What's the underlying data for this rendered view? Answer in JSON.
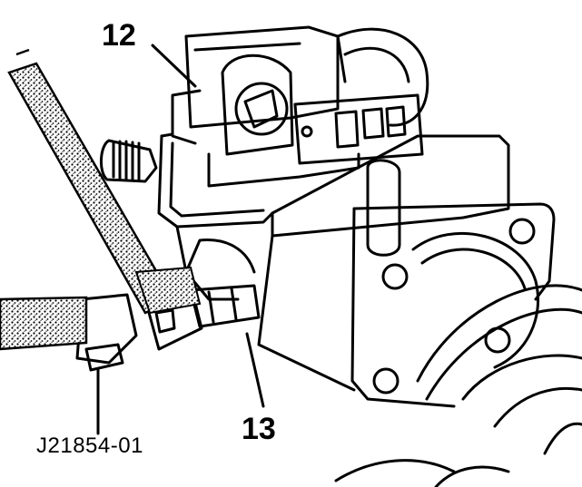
{
  "callouts": {
    "part_12": "12",
    "part_13": "13",
    "tool_number": "J21854-01"
  },
  "colors": {
    "ink": "#000000",
    "paper": "#ffffff",
    "hatch": "#3a3a3a"
  }
}
